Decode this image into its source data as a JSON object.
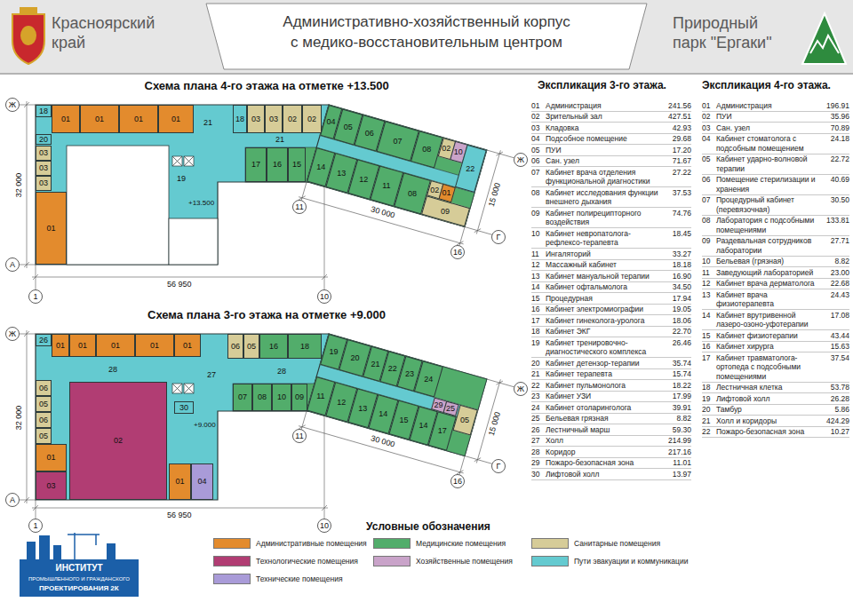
{
  "diagram": {
    "title": "Административно-хозяйственный корпус с медико-восстановительным центром",
    "nodes": [
      {
        "text": [
          "18"
        ]
      },
      {
        "text": [
          "01"
        ]
      },
      {
        "text": [
          "01"
        ]
      },
      {
        "text": [
          "01"
        ]
      },
      {
        "text": [
          "01"
        ]
      },
      {
        "text": [
          "21"
        ]
      },
      {
        "text": [
          "20"
        ]
      },
      {
        "text": [
          "03"
        ]
      },
      {
        "text": [
          "03"
        ]
      },
      {
        "text": [
          "03"
        ]
      },
      {
        "text": [
          "01"
        ]
      },
      {
        "text": [
          "19"
        ]
      },
      {
        "text": [
          "18"
        ]
      },
      {
        "text": [
          "03"
        ]
      },
      {
        "text": [
          "03"
        ]
      },
      {
        "text": [
          "02"
        ]
      },
      {
        "text": [
          "02"
        ]
      },
      {
        "text": [
          "21"
        ]
      },
      {
        "text": [
          "17"
        ]
      },
      {
        "text": [
          "16"
        ]
      },
      {
        "text": [
          "15"
        ]
      },
      {
        "text": [
          "04"
        ]
      },
      {
        "text": [
          "05"
        ]
      },
      {
        "text": [
          "06"
        ]
      },
      {
        "text": [
          "07"
        ]
      },
      {
        "text": [
          "08"
        ]
      },
      {
        "text": [
          "02"
        ]
      },
      {
        "text": [
          "10"
        ]
      },
      {
        "text": [
          "22"
        ]
      },
      {
        "text": [
          "14"
        ]
      },
      {
        "text": [
          "13"
        ]
      },
      {
        "text": [
          "12"
        ]
      },
      {
        "text": [
          "11"
        ]
      },
      {
        "text": [
          "08"
        ]
      },
      {
        "text": [
          "02"
        ]
      },
      {
        "text": [
          "01"
        ]
      },
      {
        "text": [
          "09"
        ]
      },
      {
        "text": [
          "Ж"
        ]
      },
      {
        "text": [
          "А"
        ]
      },
      {
        "text": [
          "1"
        ]
      },
      {
        "text": [
          "10"
        ]
      },
      {
        "text": [
          "11"
        ]
      },
      {
        "text": [
          "16"
        ]
      },
      {
        "text": [
          "Ж"
        ]
      },
      {
        "text": [
          "Г"
        ]
      },
      {
        "text": [
          "26"
        ]
      },
      {
        "text": [
          "01"
        ]
      },
      {
        "text": [
          "01"
        ]
      },
      {
        "text": [
          "01"
        ]
      },
      {
        "text": [
          "01"
        ]
      },
      {
        "text": [
          "01"
        ]
      },
      {
        "text": [
          "06"
        ]
      },
      {
        "text": [
          "05"
        ]
      },
      {
        "text": [
          "16"
        ]
      },
      {
        "text": [
          "18"
        ]
      },
      {
        "text": [
          "28"
        ]
      },
      {
        "text": [
          "28"
        ]
      },
      {
        "text": [
          "06"
        ]
      },
      {
        "text": [
          "05"
        ]
      },
      {
        "text": [
          "06"
        ]
      },
      {
        "text": [
          "05"
        ]
      },
      {
        "text": [
          "01"
        ]
      },
      {
        "text": [
          "03"
        ]
      },
      {
        "text": [
          "02"
        ]
      },
      {
        "text": [
          "27"
        ]
      },
      {
        "text": [
          "30"
        ]
      },
      {
        "text": [
          "01"
        ]
      },
      {
        "text": [
          "04"
        ]
      },
      {
        "text": [
          "07"
        ]
      },
      {
        "text": [
          "08"
        ]
      },
      {
        "text": [
          "10"
        ]
      },
      {
        "text": [
          "09"
        ]
      },
      {
        "text": [
          "19"
        ]
      },
      {
        "text": [
          "20"
        ]
      },
      {
        "text": [
          "21"
        ]
      },
      {
        "text": [
          "22"
        ]
      },
      {
        "text": [
          "23"
        ]
      },
      {
        "text": [
          "24"
        ]
      },
      {
        "text": [
          "29"
        ]
      },
      {
        "text": [
          "25"
        ]
      },
      {
        "text": [
          "05"
        ]
      },
      {
        "text": [
          "11"
        ]
      },
      {
        "text": [
          "12"
        ]
      },
      {
        "text": [
          "13"
        ]
      },
      {
        "text": [
          "14"
        ]
      },
      {
        "text": [
          "15"
        ]
      },
      {
        "text": [
          "14"
        ]
      },
      {
        "text": [
          "17"
        ]
      },
      {
        "text": [
          "Ж"
        ]
      },
      {
        "text": [
          "А"
        ]
      },
      {
        "text": [
          "1"
        ]
      },
      {
        "text": [
          "10"
        ]
      },
      {
        "text": [
          "11"
        ]
      },
      {
        "text": [
          "16"
        ]
      },
      {
        "text": [
          "Ж"
        ]
      },
      {
        "text": [
          "Г"
        ]
      }
    ],
    "labels": [
      "Красноярский край",
      "Природный парк \"Ергаки\"",
      "Схема плана 4-го этажа на отметке +13.500",
      "Схема плана 3-го этажа на отметке +9.000",
      "+13.500",
      "+9.000",
      "32 000",
      "56 950",
      "30 000",
      "15 000",
      "32 000",
      "56 950",
      "30 000",
      "15 000",
      "Экспликация 3-го этажа.",
      "Экспликация 4-го этажа.",
      "Условные обозначения",
      "ИНСТИТУТ",
      "ПРОМЫШЛЕННОГО И ГРАЖДАНСКОГО",
      "ПРОЕКТИРОВАНИЯ 2К",
      "01",
      "Администрация",
      "241.56",
      "02",
      "Зрительный зал",
      "427.51",
      "03",
      "Кладовка",
      "42.93",
      "04",
      "Подсобное помещение",
      "29.68",
      "05",
      "ПУИ",
      "17.20",
      "06",
      "Сан. узел",
      "71.67",
      "07",
      "Кабинет врача отделения функциональной диагностики",
      "27.22",
      "08",
      "Кабинет исследования функции внешнего дыхания",
      "37.53",
      "09",
      "Кабинет полиреципторного воздействия",
      "74.76",
      "10",
      "Кабинет невропатолога-рефлексо-терапевта",
      "18.45",
      "11",
      "Ингаляторий",
      "33.27",
      "12",
      "Массажный кабинет",
      "18.18",
      "13",
      "Кабинет мануальной терапии",
      "16.90",
      "14",
      "Кабинет офтальмолога",
      "34.50",
      "15",
      "Процедурная",
      "17.94",
      "16",
      "Кабинет электромиографии",
      "19.05",
      "17",
      "Кабинет гинеколога-уролога",
      "18.06",
      "18",
      "Кабинет ЭКГ",
      "22.70",
      "19",
      "Кабинет тренировочно-диагностического комплекса",
      "26.46",
      "20",
      "Кабинет детензор-терапии",
      "35.74",
      "21",
      "Кабинет терапевта",
      "15.74",
      "22",
      "Кабинет пульмонолога",
      "18.22",
      "23",
      "Кабинет УЗИ",
      "17.99",
      "24",
      "Кабинет отоларинголога",
      "39.91",
      "25",
      "Бельевая грязная",
      "8.82",
      "26",
      "Лестничный марш",
      "59.30",
      "27",
      "Холл",
      "214.99",
      "28",
      "Коридор",
      "217.16",
      "29",
      "Пожаро-безопасная зона",
      "11.01",
      "30",
      "Лифтовой холл",
      "13.97",
      "01",
      "Администрация",
      "196.91",
      "02",
      "ПУИ",
      "35.96",
      "03",
      "Сан. узел",
      "70.89",
      "04",
      "Кабинет стоматолога с подсобным помещением",
      "24.18",
      "05",
      "Кабинет ударно-волновой терапии",
      "22.72",
      "06",
      "Помещение стерилизации и хранения",
      "40.69",
      "07",
      "Процедурный кабинет (перевязочная)",
      "30.50",
      "08",
      "Лаборатория с подсобными помещениями",
      "133.81",
      "09",
      "Раздевальная сотрудников лаборатории",
      "27.71",
      "10",
      "Бельевая (грязная)",
      "8.82",
      "11",
      "Заведующий лабораторией",
      "23.00",
      "12",
      "Кабинет врача дерматолога",
      "22.68",
      "13",
      "Кабинет врача физиотерапевта",
      "24.43",
      "14",
      "Кабинет врутривенной лазеро-озоно-уфотерапии",
      "17.08",
      "15",
      "Кабинет физиотерапии",
      "43.44",
      "16",
      "Кабинет хирурга",
      "15.63",
      "17",
      "Кабинет травматолога-ортопеда с подсобными помещениями",
      "37.54",
      "18",
      "Лестничная клетка",
      "53.78",
      "19",
      "Лифтовой холл",
      "26.28",
      "20",
      "Тамбур",
      "5.86",
      "21",
      "Холл и коридоры",
      "424.29",
      "22",
      "Пожаро-безопасная зона",
      "10.27"
    ],
    "legend": [
      {
        "text": "Административные помещения",
        "color": "#e38b2d"
      },
      {
        "text": "Технологические помещения",
        "color": "#b13d73"
      },
      {
        "text": "Технические помещения",
        "color": "#a99bd8"
      },
      {
        "text": "Медицинские помещения",
        "color": "#52ad6b"
      },
      {
        "text": "Хозяйственные помещения",
        "color": "#c9a3c9"
      },
      {
        "text": "Санитарные помещения",
        "color": "#d6cc98"
      },
      {
        "text": "Пути эвакуации и коммуникации",
        "color": "#64cad0"
      }
    ]
  }
}
